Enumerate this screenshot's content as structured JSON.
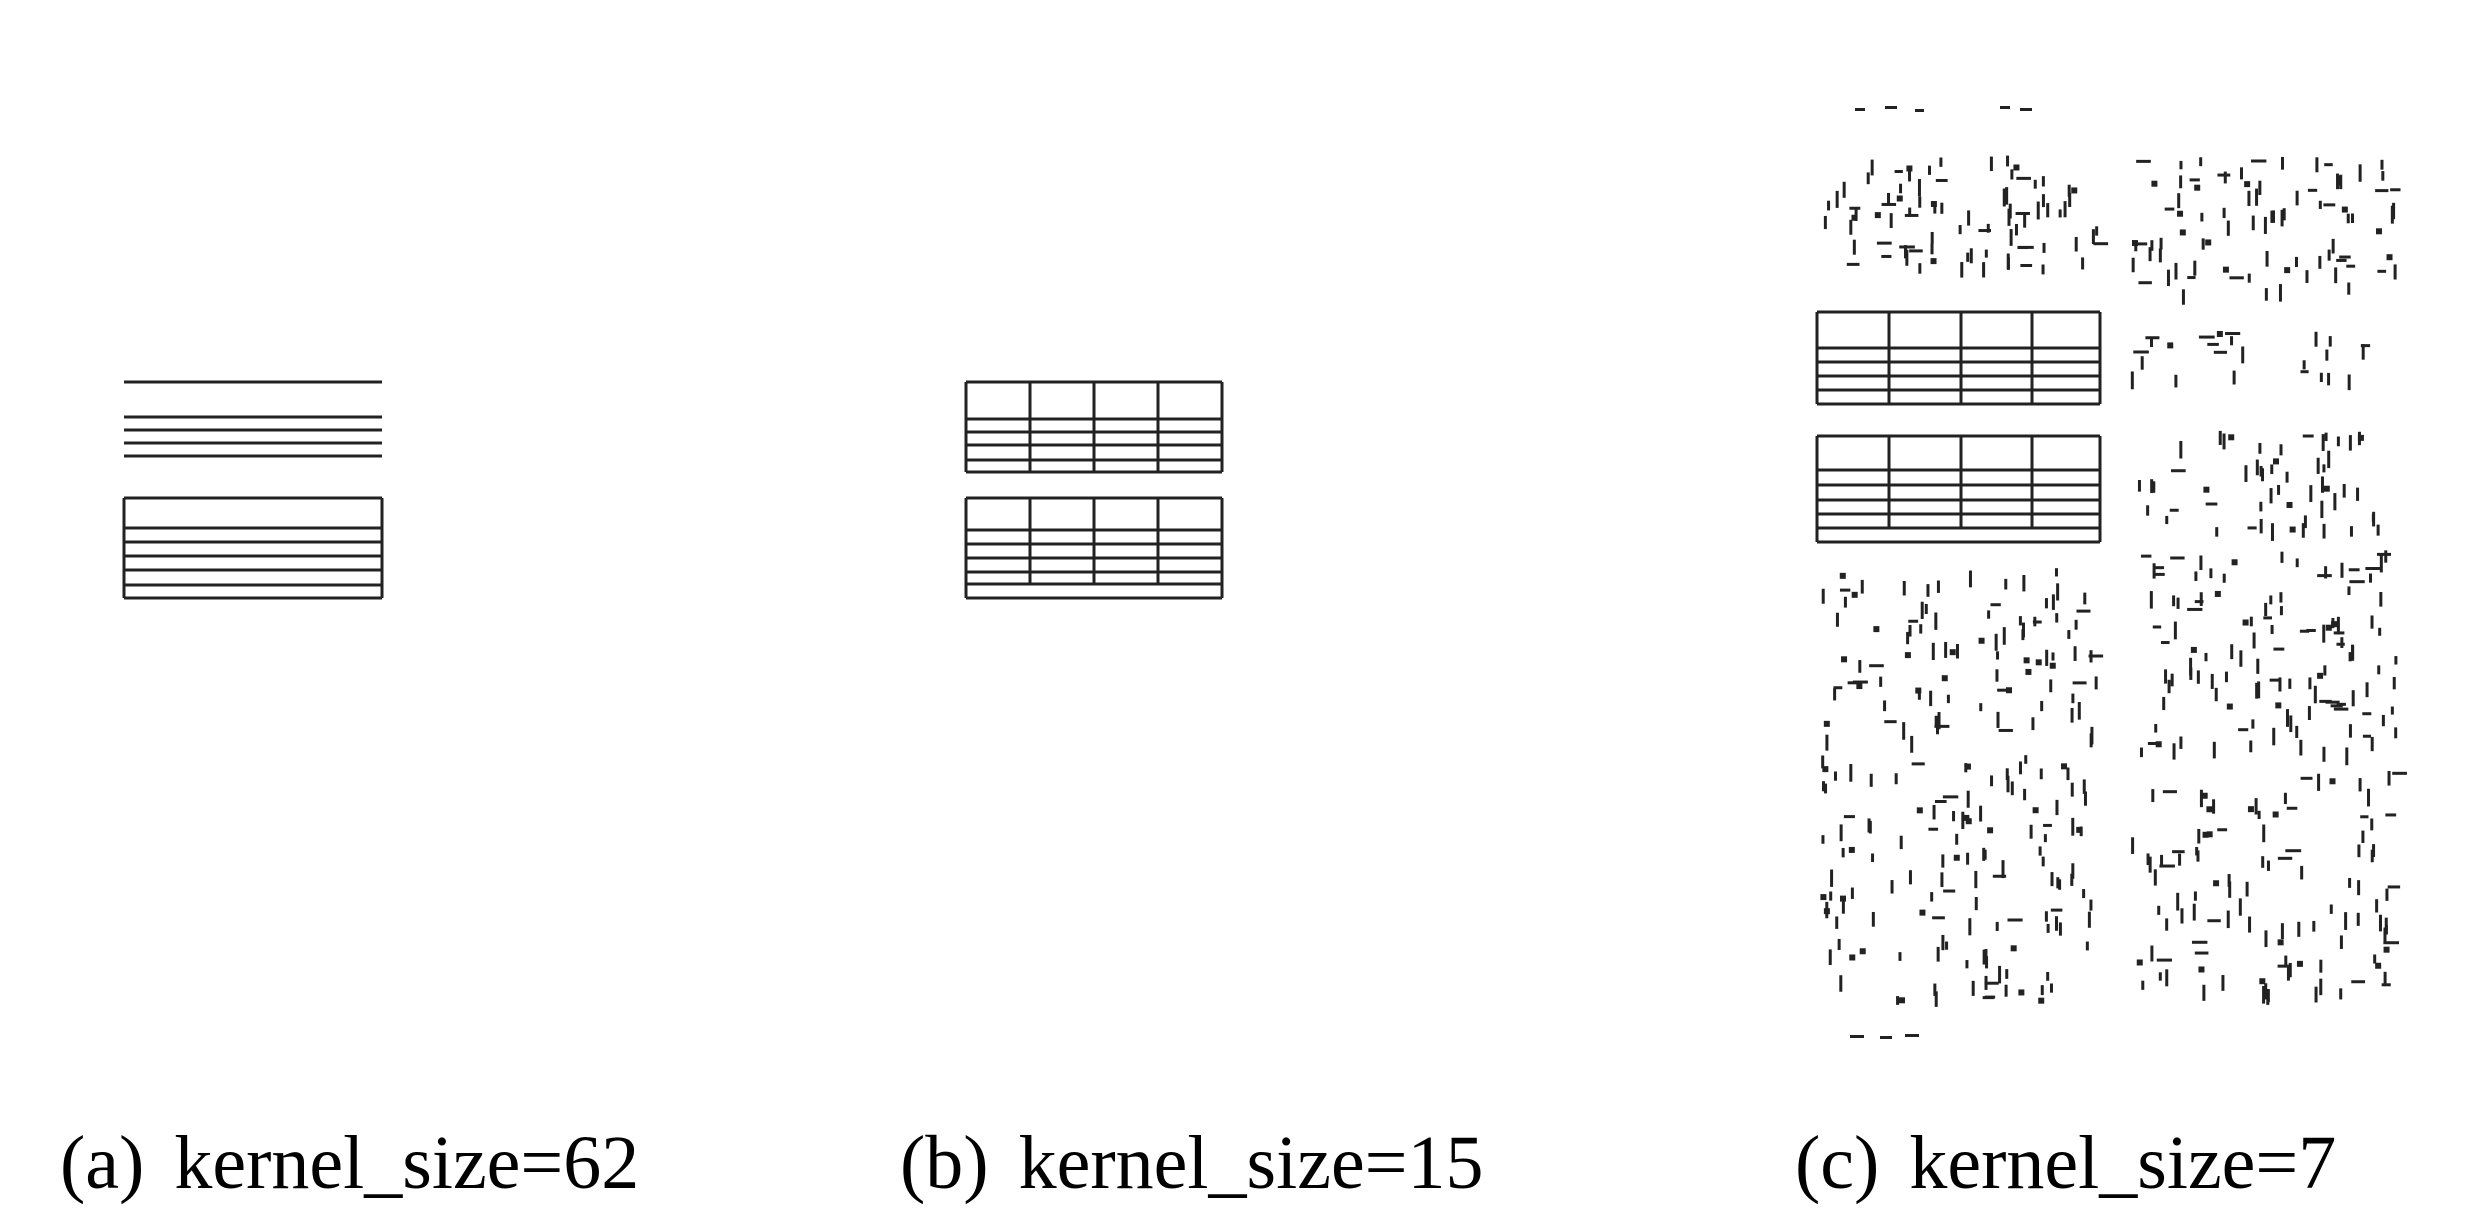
{
  "figure": {
    "panels": [
      {
        "tag": "(a)",
        "label": "kernel_size=62"
      },
      {
        "tag": "(b)",
        "label": "kernel_size=15"
      },
      {
        "tag": "(c)",
        "label": "kernel_size=7"
      }
    ],
    "colors": {
      "ink": "#222222",
      "background": "#ffffff"
    }
  }
}
